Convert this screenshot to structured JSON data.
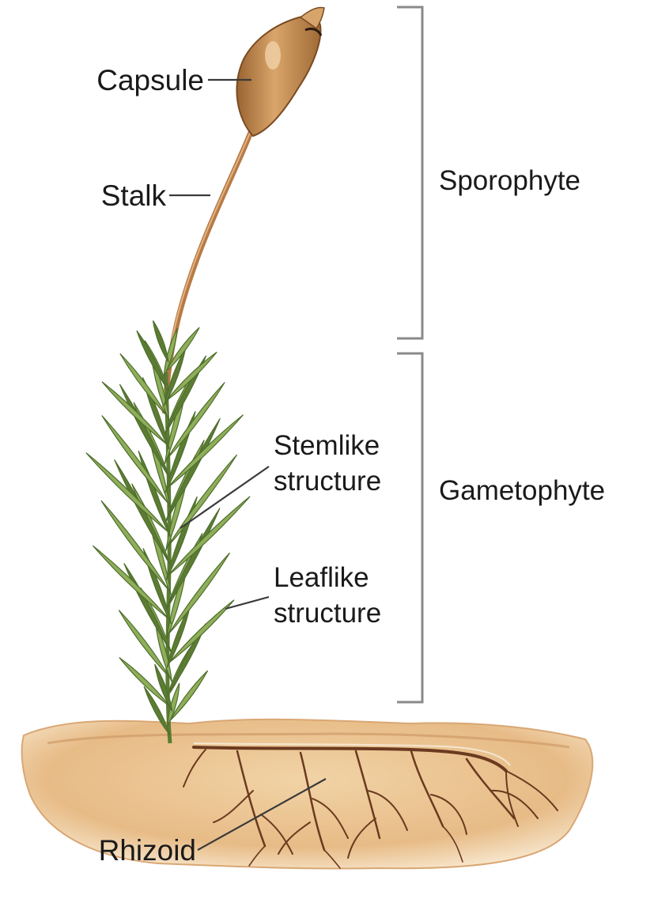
{
  "labels": {
    "capsule": "Capsule",
    "stalk": "Stalk",
    "stemlike_line1": "Stemlike",
    "stemlike_line2": "structure",
    "leaflike_line1": "Leaflike",
    "leaflike_line2": "structure",
    "rhizoid": "Rhizoid",
    "sporophyte": "Sporophyte",
    "gametophyte": "Gametophyte"
  },
  "colors": {
    "soil": "#e9bf8c",
    "soil_dark": "#c99561",
    "capsule": "#c08a4a",
    "stalk": "#b77a45",
    "leaf": "#8fae5a",
    "leaf_dark": "#5c7c34",
    "root": "#6b3a1f",
    "bracket": "#8a8a8a"
  }
}
